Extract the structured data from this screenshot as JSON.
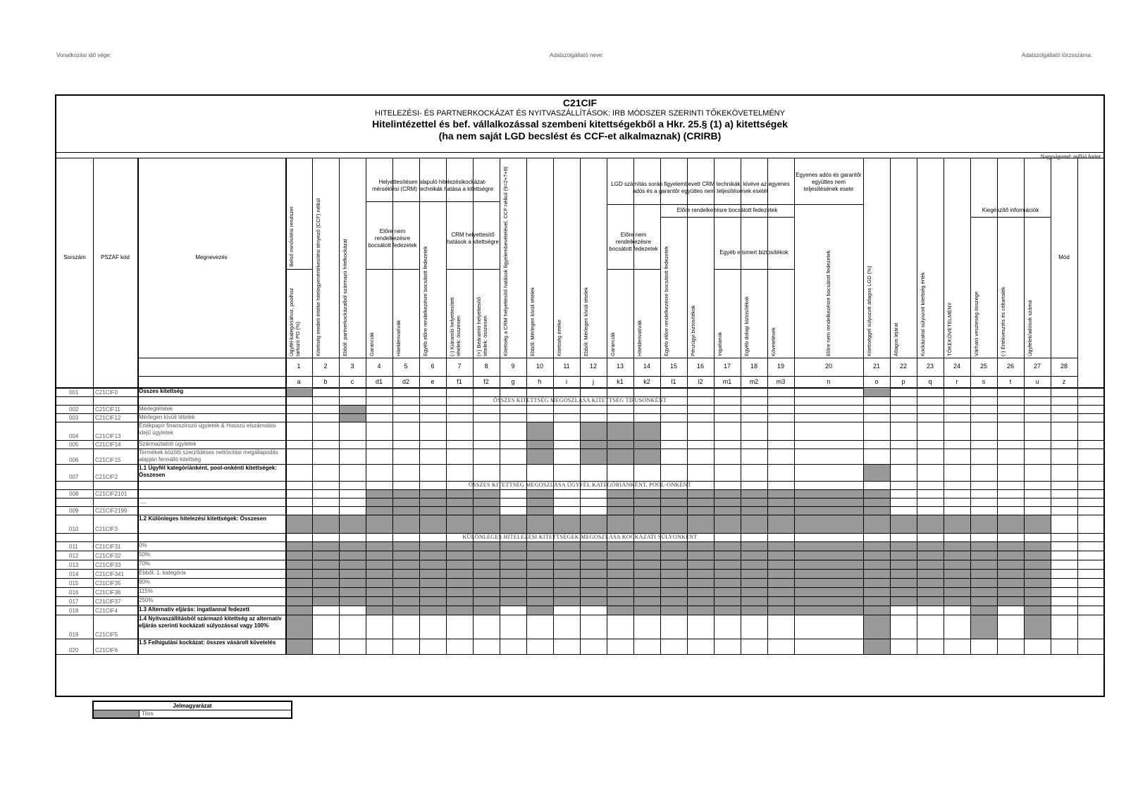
{
  "meta": {
    "left": "Vonatkozási idő vége:",
    "center": "Adatszolgáltató neve:",
    "right": "Adatszolgáltató törzsszáma:"
  },
  "title": {
    "code": "C21CIF",
    "line1": "HITELEZÉSI- ÉS PARTNERKOCKÁZAT ÉS NYITVASZÁLLÍTÁSOK: IRB MÓDSZER SZERINTI TŐKEKÖVETELMÉNY",
    "line2": "Hitelintézettel és bef. vállalkozással szembeni kitettségekből a Hkr. 25.§ (1) a) kitettségek",
    "line3": "(ha nem saját LGD becslést és CCF-et alkalmaznak) (CRIRB)",
    "unit": "Nagyságrend: millió forint"
  },
  "headers": {
    "sorszam": "Sorszám",
    "pszaf": "PSZAF kód",
    "megnevezes": "Megnevezés",
    "mod": "Mód",
    "col1_top": "Belső minősítési rendszer",
    "col1": "Ügyfél-kategóriához, poolhoz tartozó PD (%)",
    "col2": "Kitettség eredeti értéke hitelegyenértékesítési tényező (CCF) nélkül",
    "col3": "Ebből: partnerkockázatból származó hitelkockázat",
    "grp_crm": "Helyettesítésen alapuló hitelezésikockázat-mérséklési (CRM) technikák hatása a kitettségre",
    "grp_unfunded": "Előre nem rendelkezésre bocsátott fedezetek",
    "col4": "Garanciák",
    "col5": "Hitelderivatívák",
    "col6": "Egyéb előre rendelkezésre bocsátott fedezetek",
    "grp_crm_sub": "CRM helyettesítő hatások a kitettségre",
    "col7": "(-) Kiáramló helyettesített tételek: összesen",
    "col8": "(+) Beáramló helyettesítő tételek: összesen",
    "col9": "Kitettség a CRM helyettesítő hatások figyelembevételével, CCF nélkül (9=2+7+8)",
    "col10": "Ebből: Mérlegen kívüli tételek",
    "col11": "Kitettség értéke",
    "col12": "Ebből: Mérlegen kívüli tételek",
    "grp_lgd": "LGD számítás során figyelembevett CRM technikák, kivéve az egyenes adós és a garantőr együttes nem teljesítésének esetét",
    "grp_lgd_unfunded": "Előre nem rendelkezésre bocsátott fedezetek",
    "grp_funded": "Előre rendelkezésre bocsátott fedezetek",
    "col13": "Garanciák",
    "col14": "Hitelderivatívák",
    "col15": "Egyéb előre rendelkezésre bocsátott fedezetek",
    "col16": "Pénzügyi biztosítékok",
    "grp_other": "Egyéb elismert biztosítékok",
    "col17": "Ingatlanok",
    "col18": "Egyéb dologi biztosítékok",
    "col19": "Követelések",
    "grp_double": "Egyenes adós és garantőr együttes nem teljesítésének esete",
    "col20": "Előre nem rendelkezésre bocsátott fedezetek",
    "col21": "Kitettséggel súlyozott átlagos LGD (%)",
    "col22": "Átlagos lejárat",
    "col23": "Kockázattal súlyozott kitettség érték",
    "col24": "TŐKEKÖVETELMÉNY",
    "grp_extra": "Kiegészítő információk",
    "col25": "Várható veszteség összege",
    "col26": "(-) Értékvesztés és céltartalék",
    "col27": "Ügyfelek/adósok száma"
  },
  "col_numbers": [
    "1",
    "2",
    "3",
    "4",
    "5",
    "6",
    "7",
    "8",
    "9",
    "10",
    "11",
    "12",
    "13",
    "14",
    "15",
    "16",
    "17",
    "18",
    "19",
    "20",
    "21",
    "22",
    "23",
    "24",
    "25",
    "26",
    "27",
    "28"
  ],
  "col_letters": [
    "a",
    "b",
    "c",
    "d1",
    "d2",
    "e",
    "f1",
    "f2",
    "g",
    "h",
    "i",
    "j",
    "k1",
    "k2",
    "l1",
    "l2",
    "m1",
    "m2",
    "m3",
    "n",
    "o",
    "p",
    "q",
    "r",
    "s",
    "t",
    "u",
    "z"
  ],
  "bands": {
    "b1": "ÖSSZES KITETTSÉG MEGOSZLÁSA KITETTSÉG TÍPUSONKÉNT",
    "b2": "ÖSSZES KITETTSÉG MEGOSZLÁSA ÜGYFÉL KATEGÓRIÁNKÉNT, POOL-ONKÉNT",
    "b3": "KÜLÖNLEGES HITELEZÉSI KITETTSÉGEK MEGOSZLÁSA KOCKÁZATI SÚLYONKÉNT"
  },
  "rows": [
    {
      "no": "001",
      "code": "C21CIF0",
      "name": "Összes kitettség",
      "bold": true
    },
    {
      "no": "002",
      "code": "C21CIF11",
      "name": "Mérlegtételek"
    },
    {
      "no": "003",
      "code": "C21CIF12",
      "name": "Mérlegen kívüli tételek"
    },
    {
      "no": "004",
      "code": "C21CIF13",
      "name": "Értékpapír finanszírozó ügyletek & Hosszú elszámolási idejű ügyletek"
    },
    {
      "no": "005",
      "code": "C21CIF14",
      "name": "Származtatott ügyletek"
    },
    {
      "no": "006",
      "code": "C21CIF15",
      "name": "Termékek közötti szerződéses nettósítási megállapodás alapján fennálló kitettség"
    },
    {
      "no": "007",
      "code": "C21CIF2",
      "name": "1.1 Ügyfél kategóriánként, pool-onkénti kitettségek: Összesen",
      "bold": true
    },
    {
      "no": "008",
      "code": "C21CIF2101",
      "name": ""
    },
    {
      "no": "",
      "code": "",
      "name": "....."
    },
    {
      "no": "009",
      "code": "C21CIF2199",
      "name": ""
    },
    {
      "no": "010",
      "code": "C21CIF3",
      "name": "1.2 Különleges hitelezési kitettségek: Összesen",
      "bold": true
    },
    {
      "no": "011",
      "code": "C21CIF31",
      "name": "0%"
    },
    {
      "no": "012",
      "code": "C21CIF32",
      "name": "50%"
    },
    {
      "no": "013",
      "code": "C21CIF33",
      "name": "70%"
    },
    {
      "no": "014",
      "code": "C21CIF341",
      "name": "Ebből: 1. kategória"
    },
    {
      "no": "015",
      "code": "C21CIF35",
      "name": "90%"
    },
    {
      "no": "016",
      "code": "C21CIF36",
      "name": "115%"
    },
    {
      "no": "017",
      "code": "C21CIF37",
      "name": "250%"
    },
    {
      "no": "018",
      "code": "C21CIF4",
      "name": "1.3 Alternatív eljárás: ingatlannal fedezett",
      "bold": true
    },
    {
      "no": "019",
      "code": "C21CIF5",
      "name": "1.4 Nyitvaszállításból származó kitettség az alternatív eljárás szerinti kockázati súlyozással vagy 100%",
      "bold": true
    },
    {
      "no": "020",
      "code": "C21CIF6",
      "name": "1.5 Felhígulási kockázat: összes vásárolt követelés",
      "bold": true
    }
  ],
  "legend": {
    "title": "Jelmagyarázat",
    "item": "Tilos"
  }
}
